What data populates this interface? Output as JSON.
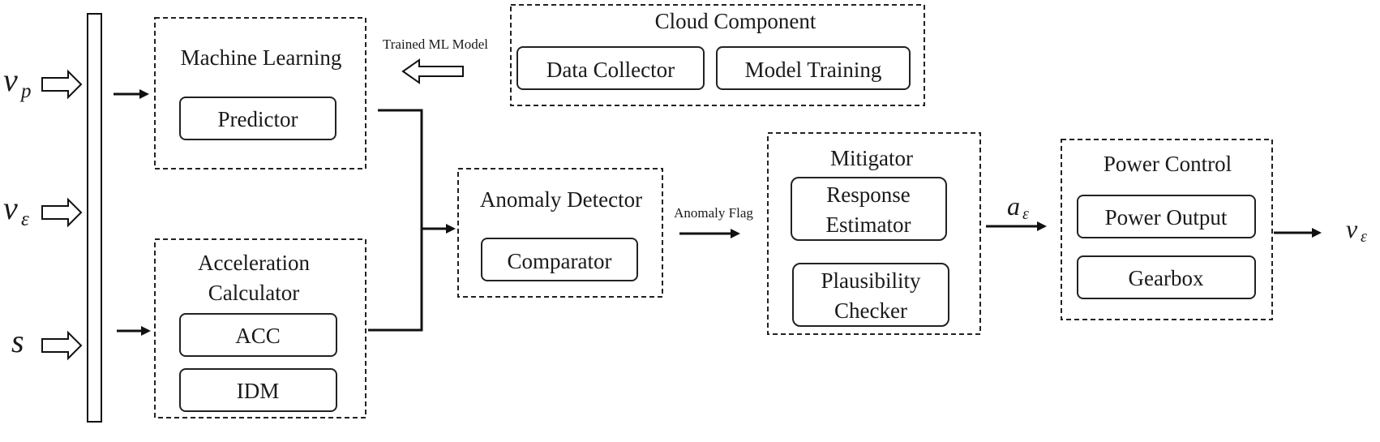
{
  "inputs": {
    "vp": {
      "main": "v",
      "sub": "p"
    },
    "ve": {
      "main": "v",
      "sub": "ε"
    },
    "s": {
      "main": "s"
    }
  },
  "modules": {
    "machine_learning": {
      "title": "Machine Learning",
      "predictor": "Predictor"
    },
    "accel_calc": {
      "title_line1": "Acceleration",
      "title_line2": "Calculator",
      "acc": "ACC",
      "idm": "IDM"
    },
    "cloud": {
      "title": "Cloud Component",
      "data_collector": "Data Collector",
      "model_training": "Model Training"
    },
    "anomaly_detector": {
      "title": "Anomaly Detector",
      "comparator": "Comparator"
    },
    "mitigator": {
      "title": "Mitigator",
      "response_line1": "Response",
      "response_line2": "Estimator",
      "plausibility_line1": "Plausibility",
      "plausibility_line2": "Checker"
    },
    "power_control": {
      "title": "Power Control",
      "power_output": "Power Output",
      "gearbox": "Gearbox"
    }
  },
  "edges": {
    "trained_model": "Trained ML Model",
    "anomaly_flag": "Anomaly Flag",
    "accel_out": {
      "main": "a",
      "sub": "ε"
    },
    "velocity_out": {
      "main": "v",
      "sub": "ε"
    }
  }
}
